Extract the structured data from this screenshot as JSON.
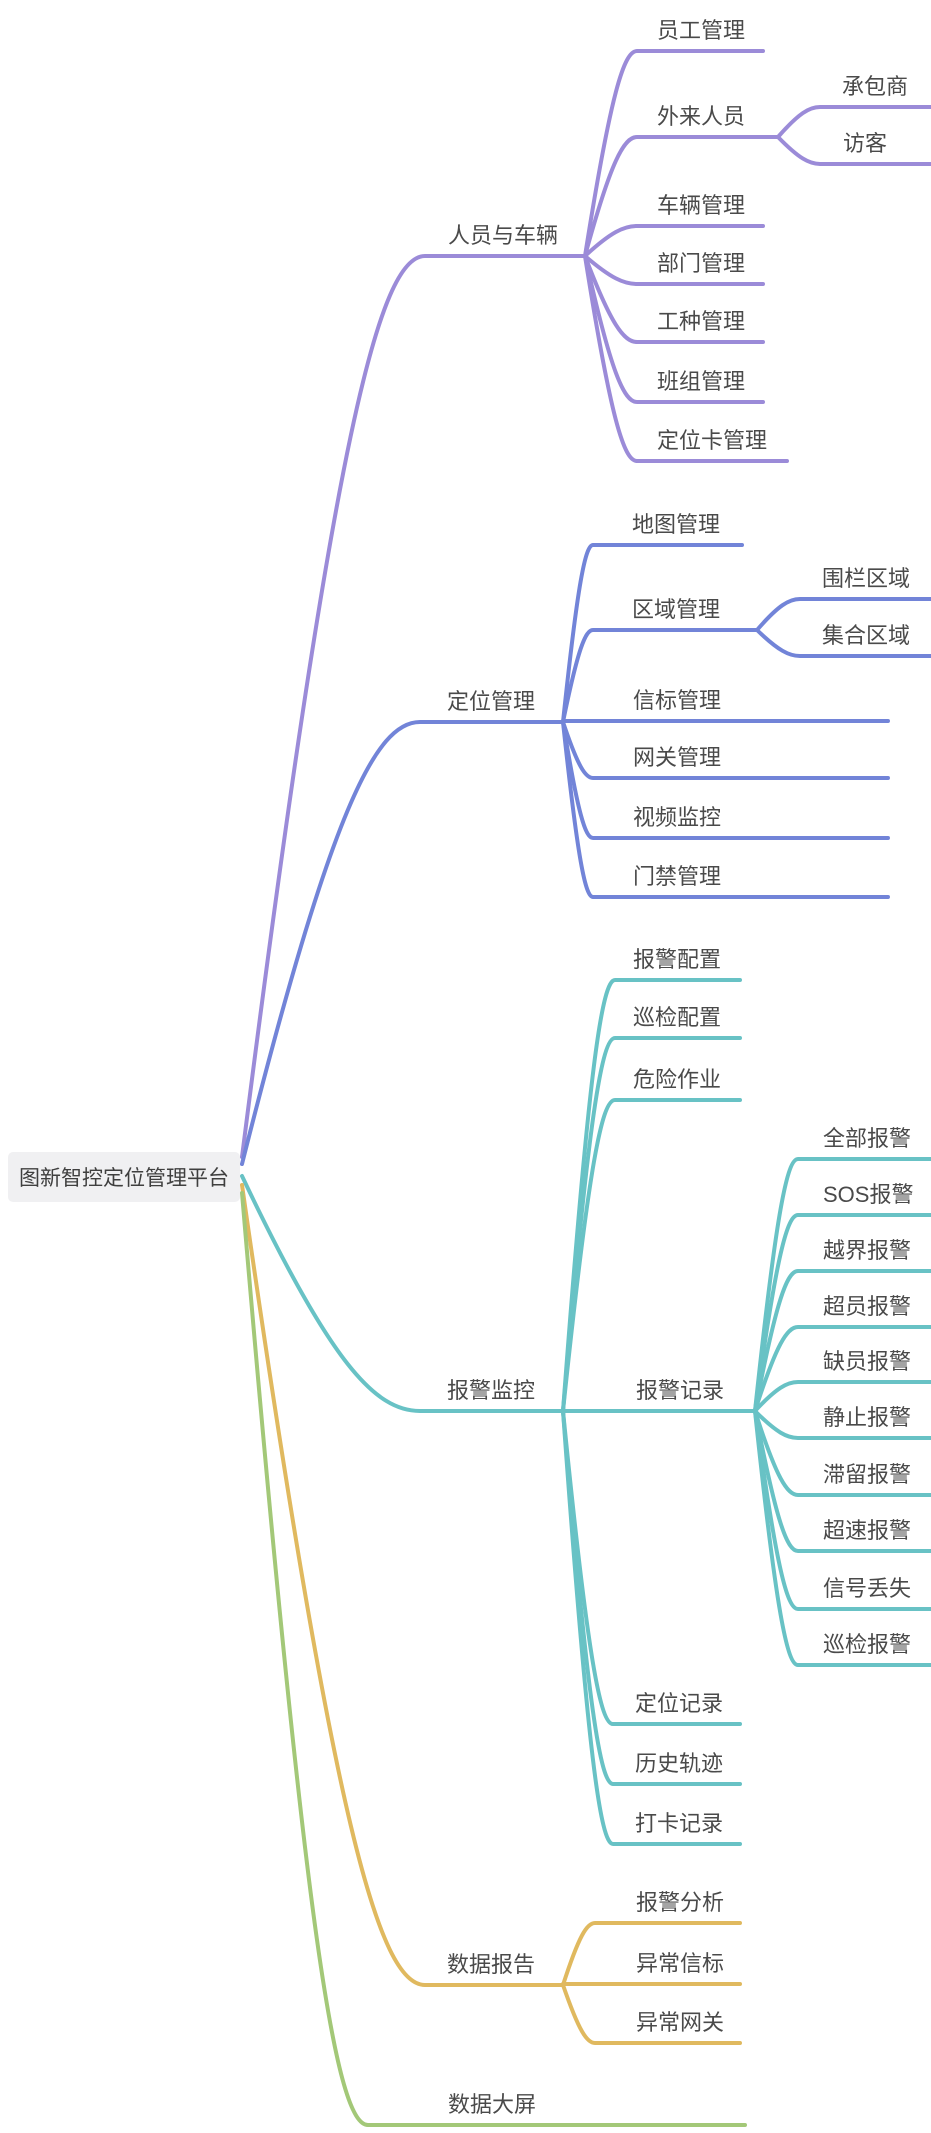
{
  "title": "图新智控定位管理平台",
  "root": {
    "label": "图新智控定位管理平台"
  },
  "branches": [
    {
      "label": "人员与车辆",
      "color": "#9b8bd8",
      "children": [
        {
          "label": "员工管理"
        },
        {
          "label": "外来人员",
          "children": [
            {
              "label": "承包商"
            },
            {
              "label": "访客"
            }
          ]
        },
        {
          "label": "车辆管理"
        },
        {
          "label": "部门管理"
        },
        {
          "label": "工种管理"
        },
        {
          "label": "班组管理"
        },
        {
          "label": "定位卡管理"
        }
      ]
    },
    {
      "label": "定位管理",
      "color": "#7284d8",
      "children": [
        {
          "label": "地图管理"
        },
        {
          "label": "区域管理",
          "children": [
            {
              "label": "围栏区域"
            },
            {
              "label": "集合区域"
            }
          ]
        },
        {
          "label": "信标管理"
        },
        {
          "label": "网关管理"
        },
        {
          "label": "视频监控"
        },
        {
          "label": "门禁管理"
        }
      ]
    },
    {
      "label": "报警监控",
      "color": "#68c2c5",
      "children": [
        {
          "label": "报警配置"
        },
        {
          "label": "巡检配置"
        },
        {
          "label": "危险作业"
        },
        {
          "label": "报警记录",
          "children": [
            {
              "label": "全部报警"
            },
            {
              "label": "SOS报警"
            },
            {
              "label": "越界报警"
            },
            {
              "label": "超员报警"
            },
            {
              "label": "缺员报警"
            },
            {
              "label": "静止报警"
            },
            {
              "label": "滞留报警"
            },
            {
              "label": "超速报警"
            },
            {
              "label": "信号丢失"
            },
            {
              "label": "巡检报警"
            }
          ]
        },
        {
          "label": "定位记录"
        },
        {
          "label": "历史轨迹"
        },
        {
          "label": "打卡记录"
        }
      ]
    },
    {
      "label": "数据报告",
      "color": "#e0b95f",
      "children": [
        {
          "label": "报警分析"
        },
        {
          "label": "异常信标"
        },
        {
          "label": "异常网关"
        }
      ]
    },
    {
      "label": "数据大屏",
      "color": "#a3c878",
      "children": []
    }
  ]
}
